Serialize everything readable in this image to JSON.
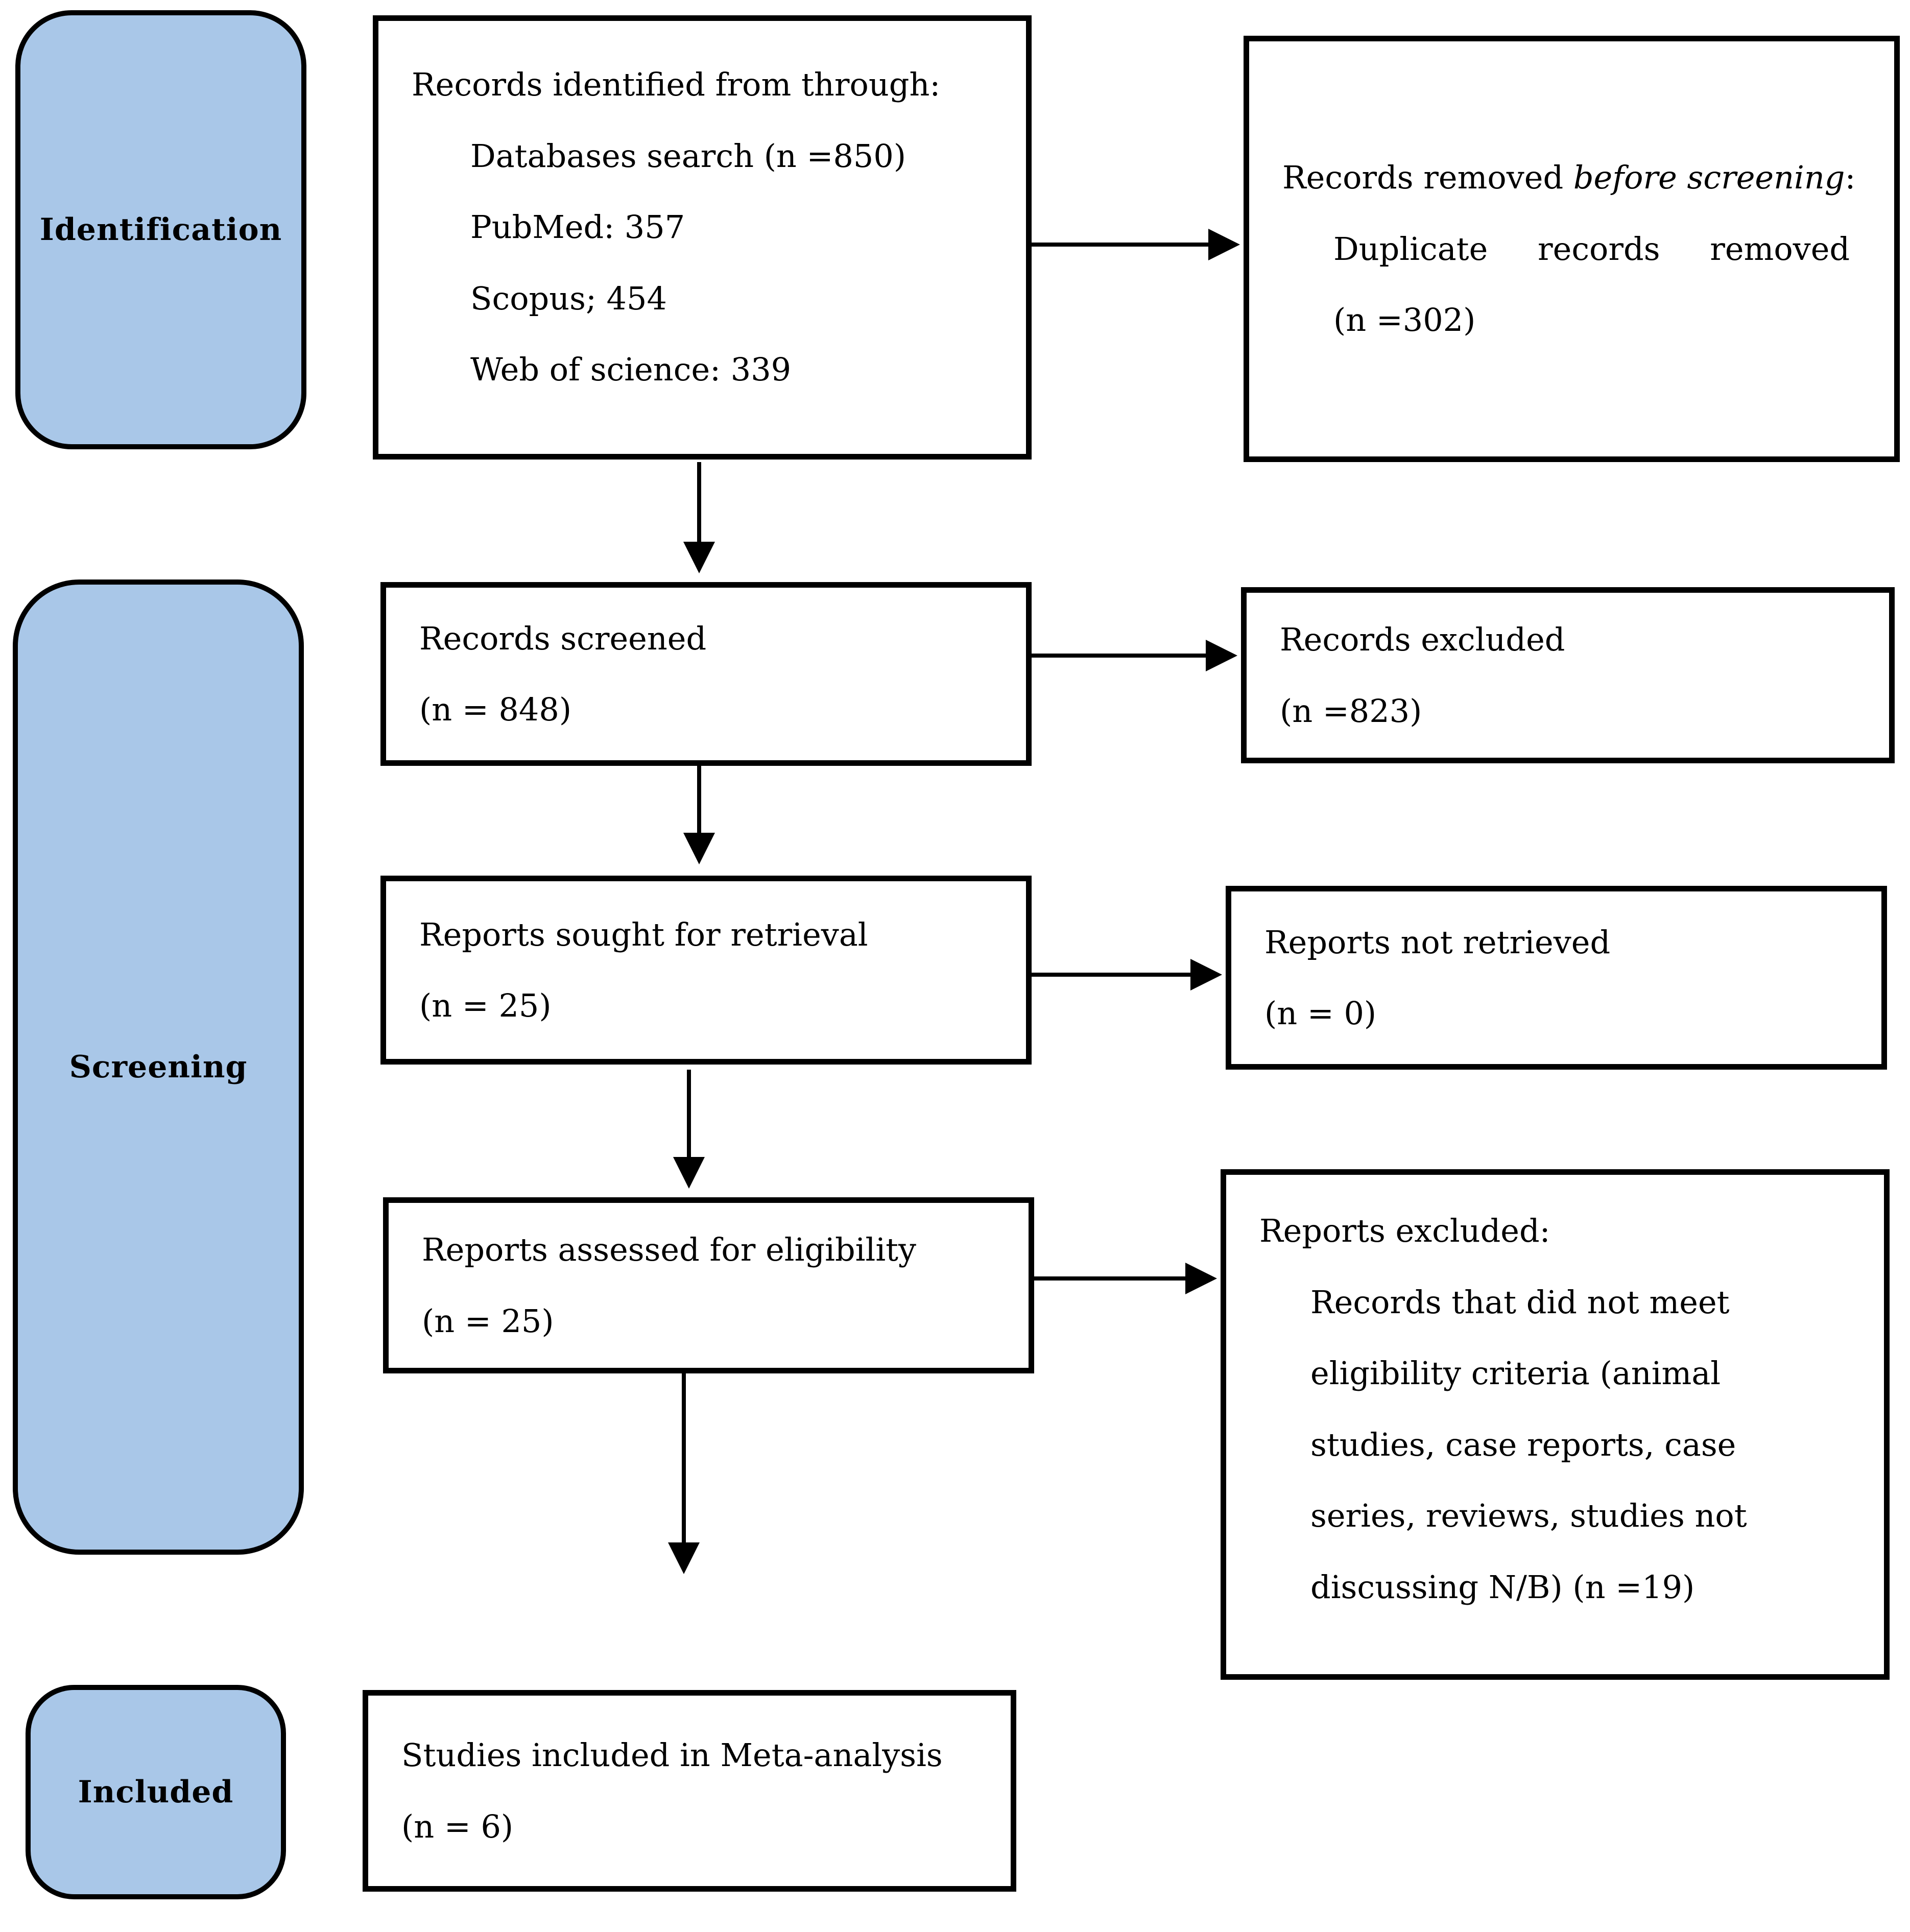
{
  "stages": [
    {
      "id": "identification",
      "label": "Identification"
    },
    {
      "id": "screening",
      "label": "Screening"
    },
    {
      "id": "included",
      "label": "Included"
    }
  ],
  "boxes": {
    "identified": {
      "lines": [
        "Records identified from through:",
        "Databases search (n =850)",
        "PubMed: 357",
        "Scopus; 454",
        "Web of science: 339"
      ]
    },
    "removed": {
      "title_prefix": "Records removed ",
      "title_italic": "before screening",
      "title_suffix": ":",
      "line1": "Duplicate records removed",
      "line2": "(n =302)"
    },
    "screened": {
      "lines": [
        "Records screened",
        "(n = 848)"
      ]
    },
    "excluded": {
      "lines": [
        "Records excluded",
        "(n =823)"
      ]
    },
    "sought": {
      "lines": [
        "Reports sought for retrieval",
        "(n = 25)"
      ]
    },
    "not_retrieved": {
      "lines": [
        "Reports not retrieved",
        "(n = 0)"
      ]
    },
    "assessed": {
      "lines": [
        "Reports assessed for eligibility",
        "(n = 25)"
      ]
    },
    "reports_excluded": {
      "title": "Reports excluded:",
      "lines": [
        "Records that did not meet",
        "eligibility criteria (animal",
        "studies, case reports, case",
        "series, reviews, studies not",
        "discussing N/B) (n =19)"
      ]
    },
    "included_studies": {
      "lines": [
        "Studies included in Meta-analysis",
        "(n = 6)"
      ]
    }
  },
  "colors": {
    "stage_fill": "#a9c7e8",
    "border": "#000000",
    "arrow": "#000000",
    "background": "#ffffff"
  }
}
